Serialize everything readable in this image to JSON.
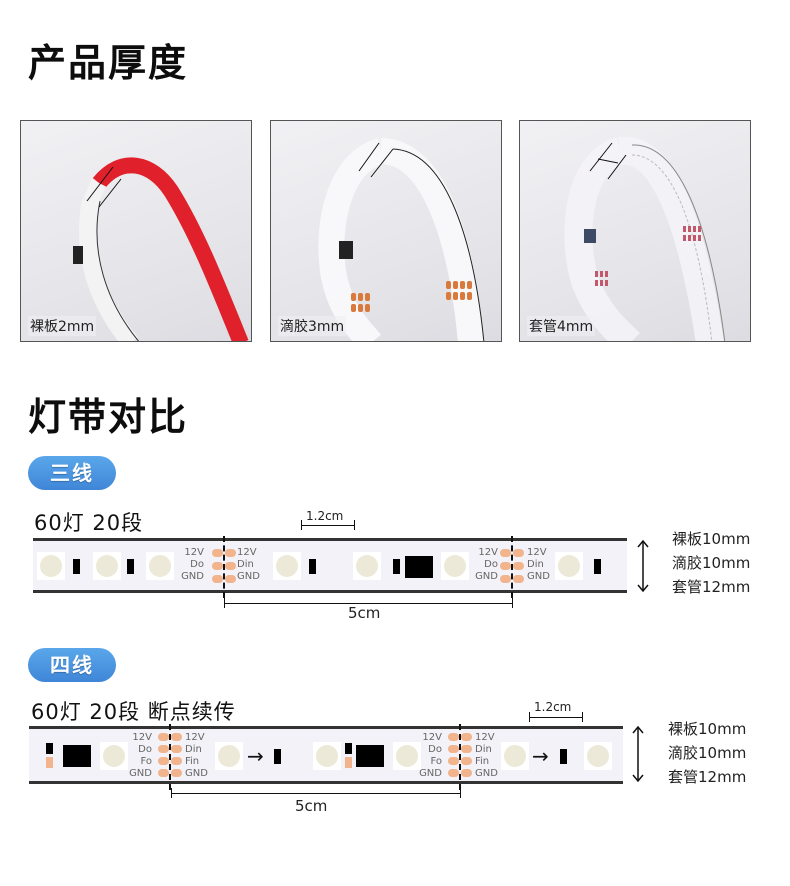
{
  "section_thickness": {
    "title": "产品厚度",
    "photos": [
      {
        "label": "裸板2mm",
        "strip_color": "#e0202a",
        "type": "bare"
      },
      {
        "label": "滴胶3mm",
        "strip_color": "#f4f4f6",
        "type": "epoxy"
      },
      {
        "label": "套管4mm",
        "strip_color": "#e8e6ee",
        "type": "sleeve"
      }
    ]
  },
  "section_compare": {
    "title": "灯带对比",
    "three_wire": {
      "pill": "三线",
      "subtitle": "60灯 20段",
      "led_pitch": "1.2cm",
      "segment_length": "5cm",
      "pad_labels_left": [
        "12V",
        "Do",
        "GND"
      ],
      "pad_labels_right": [
        "12V",
        "Din",
        "GND"
      ],
      "specs": [
        "裸板10mm",
        "滴胶10mm",
        "套管12mm"
      ]
    },
    "four_wire": {
      "pill": "四线",
      "subtitle": "60灯 20段  断点续传",
      "led_pitch": "1.2cm",
      "segment_length": "5cm",
      "pad_labels_left": [
        "12V",
        "Do",
        "Fo",
        "GND"
      ],
      "pad_labels_right": [
        "12V",
        "Din",
        "Fin",
        "GND"
      ],
      "specs": [
        "裸板10mm",
        "滴胶10mm",
        "套管12mm"
      ]
    }
  },
  "colors": {
    "pill_blue": "#4a95e0",
    "pad_orange": "#f1b48d",
    "led_cream": "#ece9d8",
    "strip_bg": "#f2f2f8"
  }
}
